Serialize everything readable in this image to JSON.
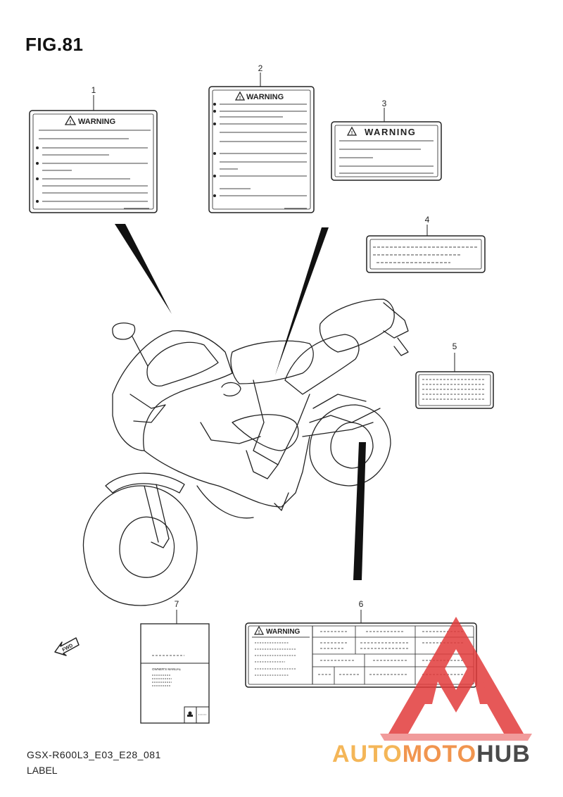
{
  "figure": {
    "title": "FIG.81"
  },
  "footer": {
    "code": "GSX-R600L3_E03_E28_081",
    "name": "LABEL"
  },
  "callouts": [
    "1",
    "2",
    "3",
    "4",
    "5",
    "6",
    "7"
  ],
  "labels": {
    "warning_text": "WARNING",
    "manual_heading": "OWNER'S MANUAL",
    "fwd_text": "FWD"
  },
  "watermark": {
    "brand_part1": "AUTO",
    "brand_part2": "MOTO",
    "brand_part3": "HUB",
    "colors": {
      "triangle": "#e23b3b",
      "auto": "#f2a93b",
      "moto": "#f08a3c",
      "hub": "#4a4a4a"
    }
  }
}
